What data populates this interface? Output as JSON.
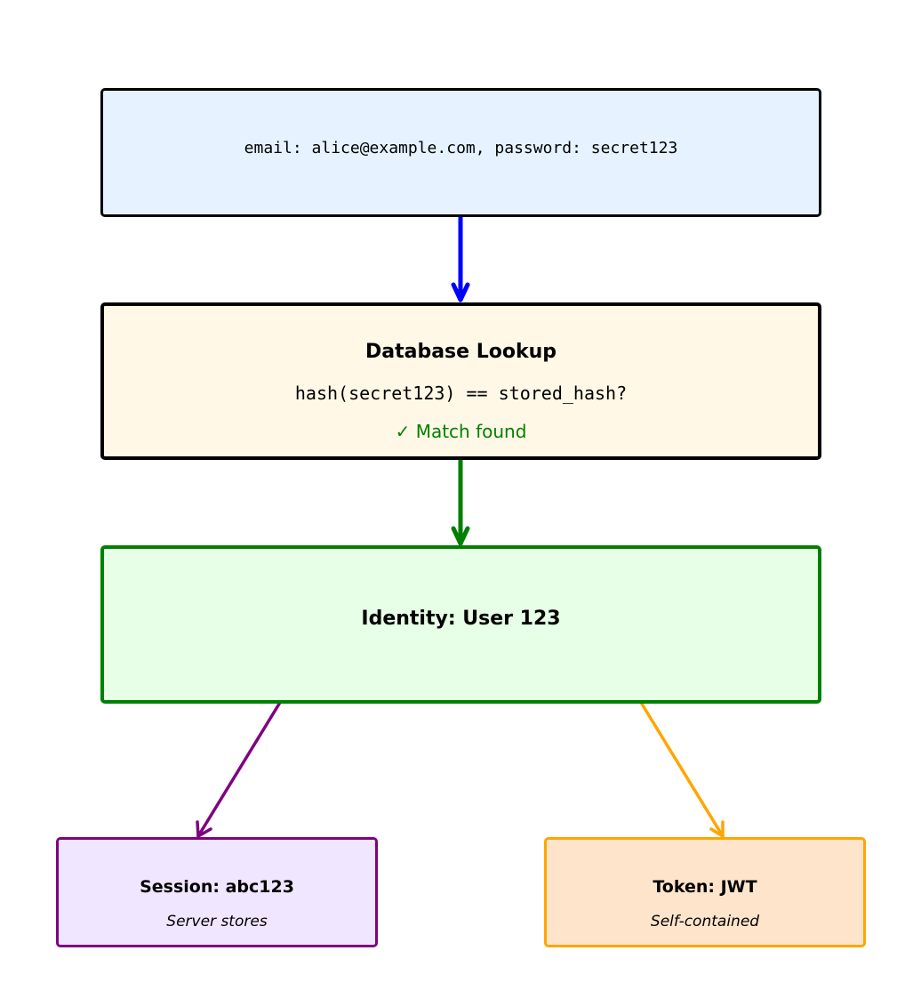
{
  "credentials": {
    "text": "email: alice@example.com, password: secret123"
  },
  "lookup": {
    "title": "Database Lookup",
    "check": "hash(secret123) == stored_hash?",
    "result": "✓ Match found"
  },
  "identity": {
    "title": "Identity: User 123"
  },
  "session": {
    "title": "Session: abc123",
    "subtitle": "Server stores"
  },
  "token": {
    "title": "Token: JWT",
    "subtitle": "Self-contained"
  },
  "colors": {
    "credentials_fill": "#e6f2ff",
    "lookup_fill": "#fff8e6",
    "identity_fill": "#e6ffe6",
    "identity_border": "#008000",
    "session_fill": "#f0e6ff",
    "session_border": "#800080",
    "token_fill": "#ffe4cc",
    "token_border": "#ffa500",
    "arrow_credentials_to_lookup": "#0000ff",
    "arrow_lookup_to_identity": "#008000",
    "arrow_identity_to_session": "#800080",
    "arrow_identity_to_token": "#ffa500",
    "match_text": "#008000"
  }
}
